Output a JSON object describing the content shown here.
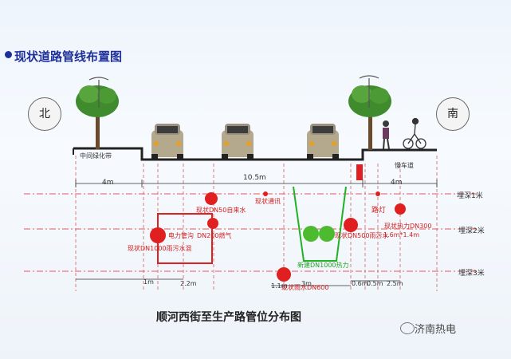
{
  "title": "现状道路管线布置图",
  "directions": {
    "north": "北",
    "south": "南"
  },
  "road_labels": {
    "median": "中间绿化带",
    "bike_lane": "慢车道"
  },
  "dimensions": {
    "left_width": "4m",
    "carriageway_width": "10.5m",
    "right_width": "4m",
    "d_1m": "1m",
    "d_2_2m": "2.2m",
    "d_1_1m": "1.1m",
    "d_3m": "3m",
    "d_0_6m": "0.6m",
    "d_0_5m": "0.5m",
    "d_2_5m": "2.5m"
  },
  "depth_labels": {
    "d1": "埋深1米",
    "d2": "埋深2米",
    "d3": "埋深3米"
  },
  "pipes": {
    "telecom": "现状通讯",
    "water_dn50": "现状DN50自来水",
    "power_pipe": "电力管沟",
    "gas_dn200": "DN200燃气",
    "sewage_dn1000": "现状DN1000雨污水混",
    "heat_dn1000": "新建DN1000热力",
    "rain_dn600": "现状雨水DN600",
    "rain_dn500": "现状DN500雨污水",
    "street_light": "路灯",
    "heat_dn300": "现状热力DN300",
    "heat_trench": "1.6m*1.4m"
  },
  "caption": "顺河西街至生产路管位分布图",
  "watermark": "济南热电",
  "icons": [
    "tree-icon",
    "car-icon",
    "pedestrian-icon",
    "cyclist-icon",
    "street-lamp-icon",
    "wechat-icon"
  ]
}
